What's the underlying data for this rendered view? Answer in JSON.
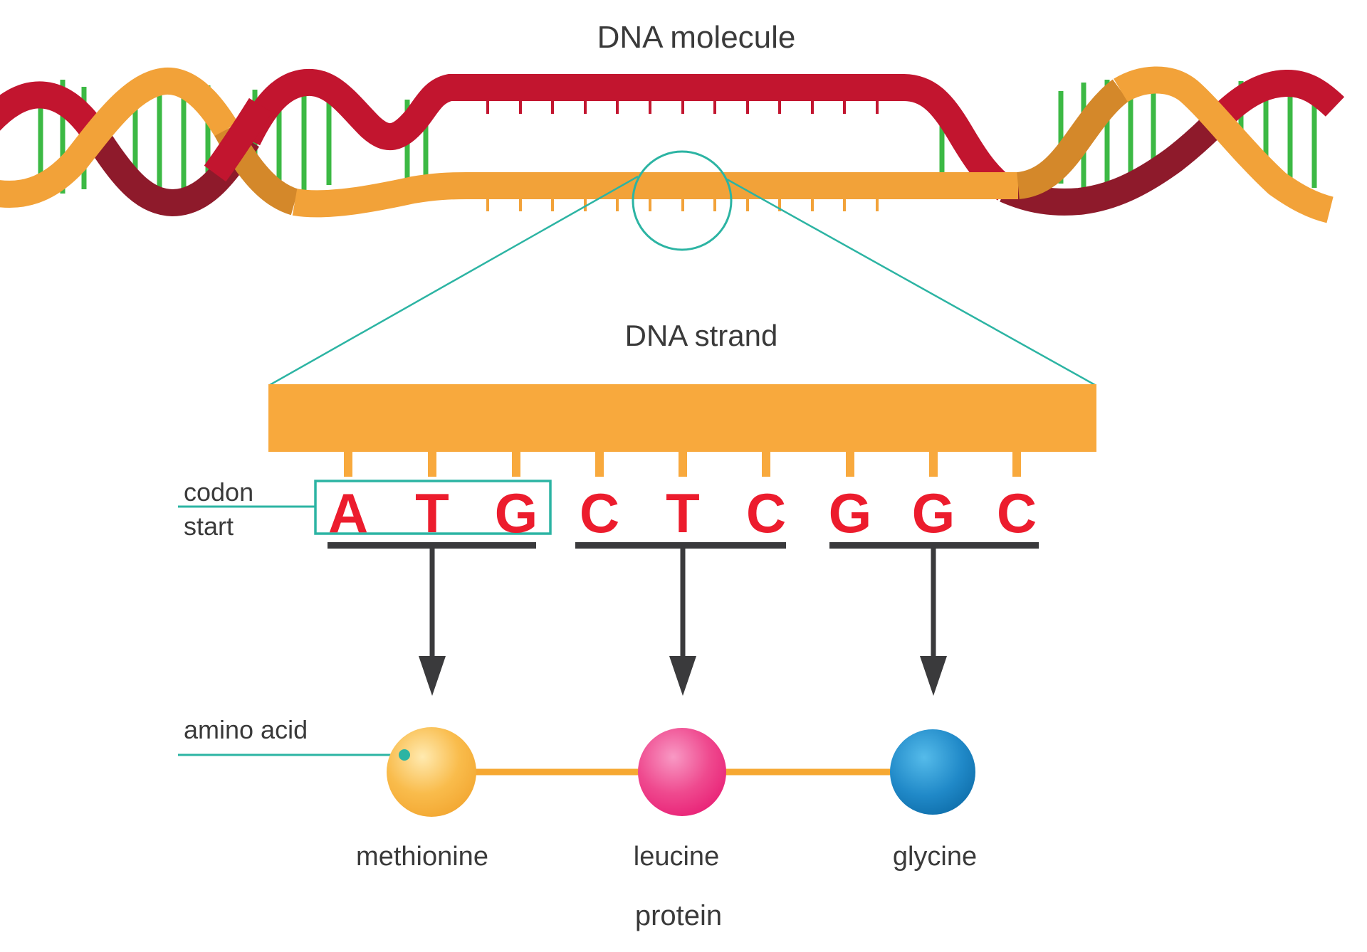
{
  "title": "DNA molecule",
  "strand": {
    "label": "DNA strand",
    "bases": [
      "A",
      "T",
      "G",
      "C",
      "T",
      "C",
      "G",
      "G",
      "C"
    ]
  },
  "codon_start": {
    "line1": "codon",
    "line2": "start"
  },
  "codons": [
    {
      "bases": "ATG",
      "amino_acid": "methionine"
    },
    {
      "bases": "CTC",
      "amino_acid": "leucine"
    },
    {
      "bases": "GGC",
      "amino_acid": "glycine"
    }
  ],
  "amino_acid_label": "amino acid",
  "protein": {
    "label": "protein",
    "amino_acids": [
      {
        "name": "methionine",
        "color": "#F9BC4C"
      },
      {
        "name": "leucine",
        "color": "#EE3D87"
      },
      {
        "name": "glycine",
        "color": "#2089C8"
      }
    ]
  },
  "colors": {
    "strand_red": "#C2152F",
    "strand_red_dark": "#8E1A2B",
    "strand_orange": "#F2A239",
    "strand_orange_dark": "#D4882A",
    "base_pair_green": "#3CB944",
    "accent_teal": "#2CB4A3",
    "base_letter_red": "#EC1C2D",
    "arrow_dark": "#3A3A3C",
    "connector_orange": "#F6A832"
  }
}
